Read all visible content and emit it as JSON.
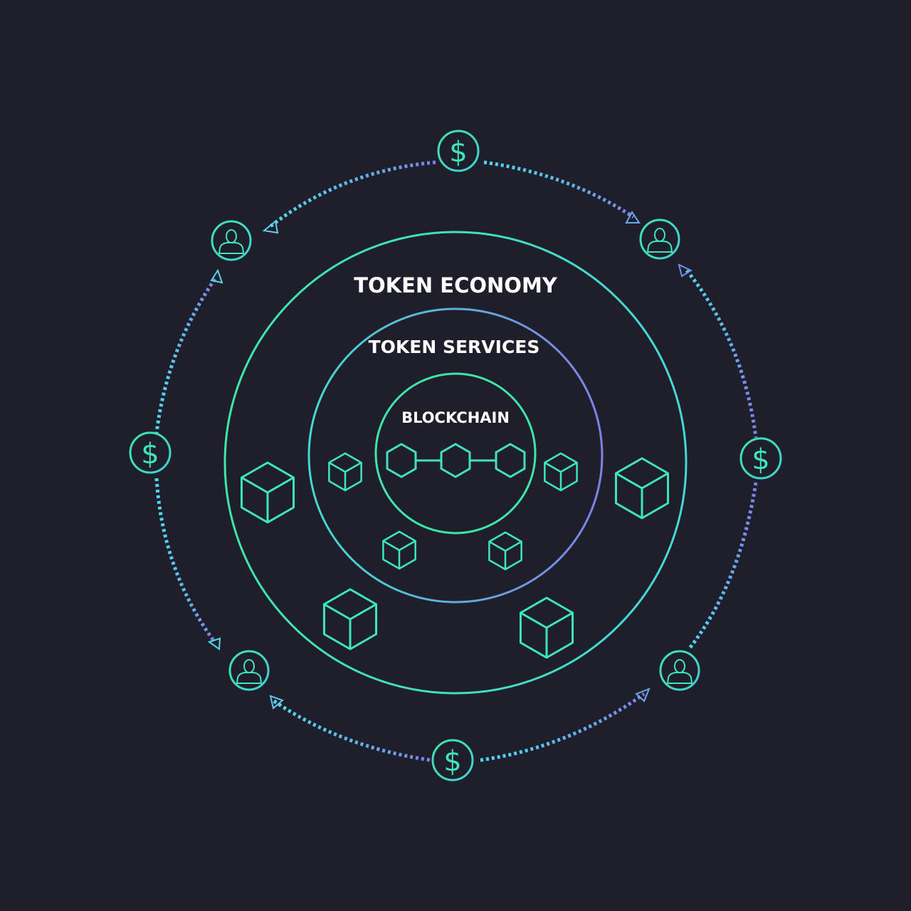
{
  "labels": {
    "outer": "TOKEN ECONOMY",
    "middle": "TOKEN SERVICES",
    "inner": "BLOCKCHAIN"
  },
  "icons": {
    "coin_glyph": "$",
    "user": "user-icon",
    "cube": "cube-icon",
    "hexagon": "hexagon-block-icon"
  },
  "colors": {
    "background": "#1f1e2b",
    "green": "#3ee6a8",
    "teal": "#40e0d0",
    "cyan": "#4fc6ee",
    "blue": "#6f9ef0",
    "violet": "#7d82e8",
    "text": "#ffffff"
  }
}
